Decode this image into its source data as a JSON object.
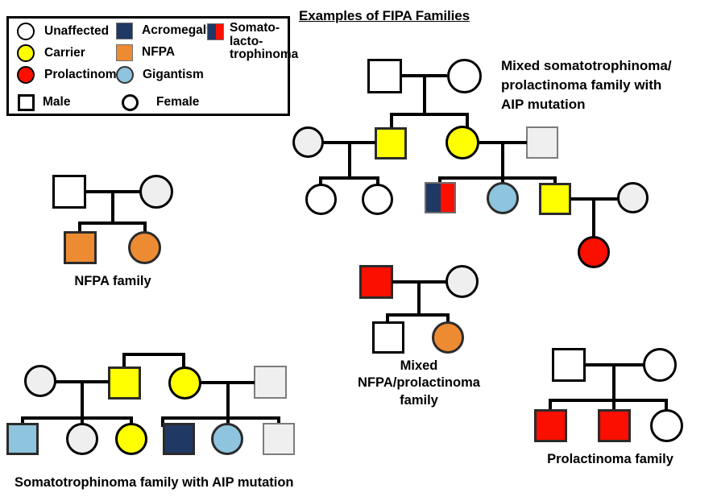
{
  "title": "Examples of FIPA Families",
  "colors": {
    "unaffected_white": "#ffffff",
    "unaffected_gray": "#efefef",
    "carrier_yellow": "#ffff00",
    "prolactinoma_red": "#fa0f00",
    "acromegaly_navy": "#1f3864",
    "nfpa_orange": "#ed8b33",
    "gigantism_blue": "#8ec4de",
    "outline_black": "#000000",
    "outline_gray": "#808080"
  },
  "legend": {
    "column1": [
      {
        "label": "Unaffected",
        "shape": "circle",
        "fill": "#ffffff"
      },
      {
        "label": "Carrier",
        "shape": "circle",
        "fill": "#ffff00"
      },
      {
        "label": "Prolactinoma",
        "shape": "circle",
        "fill": "#fa0f00"
      }
    ],
    "column2": [
      {
        "label": "Acromegaly",
        "shape": "square",
        "fill": "#1f3864"
      },
      {
        "label": "NFPA",
        "shape": "square",
        "fill": "#ed8b33"
      },
      {
        "label": "Gigantism",
        "shape": "circle",
        "fill": "#8ec4de"
      }
    ],
    "column3": [
      {
        "label": "Somato-lacto-\ntrophinoma",
        "shape": "split-square",
        "fill_left": "#1f3864",
        "fill_right": "#fa0f00"
      }
    ],
    "sex_key": [
      {
        "label": "Male",
        "shape": "square",
        "fill": "#ffffff"
      },
      {
        "label": "Female",
        "shape": "circle",
        "fill": "#ffffff"
      }
    ]
  },
  "families": {
    "mixed_somato_prolactinoma": {
      "caption": "Mixed somatotrophinoma/\nprolactinoma family with\nAIP mutation",
      "members": [
        {
          "id": "g1-father",
          "sex": "male",
          "status": "Unaffected",
          "fill": "#ffffff"
        },
        {
          "id": "g1-mother",
          "sex": "female",
          "status": "Unaffected",
          "fill": "#ffffff"
        },
        {
          "id": "g2-son-carrier",
          "sex": "male",
          "status": "Carrier",
          "fill": "#ffff00"
        },
        {
          "id": "g2-son-spouse",
          "sex": "female",
          "status": "Unaffected",
          "fill": "#efefef"
        },
        {
          "id": "g2-daughter-carrier",
          "sex": "female",
          "status": "Carrier",
          "fill": "#ffff00"
        },
        {
          "id": "g2-daughter-spouse",
          "sex": "male",
          "status": "Unaffected",
          "fill": "#efefef"
        },
        {
          "id": "g3-child-1",
          "sex": "female",
          "status": "Unaffected",
          "fill": "#ffffff"
        },
        {
          "id": "g3-child-2",
          "sex": "female",
          "status": "Unaffected",
          "fill": "#ffffff"
        },
        {
          "id": "g3-child-3",
          "sex": "male",
          "status": "Somato-lactotrophinoma",
          "fill": "split"
        },
        {
          "id": "g3-child-4",
          "sex": "female",
          "status": "Gigantism",
          "fill": "#8ec4de"
        },
        {
          "id": "g3-child-5",
          "sex": "male",
          "status": "Carrier",
          "fill": "#ffff00"
        },
        {
          "id": "g3-child-5-spouse",
          "sex": "female",
          "status": "Unaffected",
          "fill": "#efefef"
        },
        {
          "id": "g4-child",
          "sex": "female",
          "status": "Prolactinoma",
          "fill": "#fa0f00"
        }
      ]
    },
    "nfpa": {
      "caption": "NFPA family",
      "members": [
        {
          "id": "father",
          "sex": "male",
          "status": "Unaffected",
          "fill": "#ffffff"
        },
        {
          "id": "mother",
          "sex": "female",
          "status": "Unaffected",
          "fill": "#efefef"
        },
        {
          "id": "son",
          "sex": "male",
          "status": "NFPA",
          "fill": "#ed8b33"
        },
        {
          "id": "daughter",
          "sex": "female",
          "status": "NFPA",
          "fill": "#ed8b33"
        }
      ]
    },
    "mixed_nfpa_prolactinoma": {
      "caption": "Mixed\nNFPA/prolactinoma\nfamily",
      "members": [
        {
          "id": "father",
          "sex": "male",
          "status": "Prolactinoma",
          "fill": "#fa0f00"
        },
        {
          "id": "mother",
          "sex": "female",
          "status": "Unaffected",
          "fill": "#efefef"
        },
        {
          "id": "son",
          "sex": "male",
          "status": "Unaffected",
          "fill": "#ffffff"
        },
        {
          "id": "daughter",
          "sex": "female",
          "status": "NFPA",
          "fill": "#ed8b33"
        }
      ]
    },
    "somatotrophinoma": {
      "caption": "Somatotrophinoma family with AIP mutation",
      "members": [
        {
          "id": "g1-wife",
          "sex": "female",
          "status": "Unaffected",
          "fill": "#efefef"
        },
        {
          "id": "g1-husband-carrier",
          "sex": "male",
          "status": "Carrier",
          "fill": "#ffff00"
        },
        {
          "id": "g1-sister-carrier",
          "sex": "female",
          "status": "Carrier",
          "fill": "#ffff00"
        },
        {
          "id": "g1-sister-spouse",
          "sex": "male",
          "status": "Unaffected",
          "fill": "#efefef"
        },
        {
          "id": "g2-child-1",
          "sex": "male",
          "status": "Gigantism",
          "fill": "#8ec4de"
        },
        {
          "id": "g2-child-2",
          "sex": "female",
          "status": "Unaffected",
          "fill": "#efefef"
        },
        {
          "id": "g2-child-3",
          "sex": "female",
          "status": "Carrier",
          "fill": "#ffff00"
        },
        {
          "id": "g2-child-4",
          "sex": "male",
          "status": "Acromegaly",
          "fill": "#1f3864"
        },
        {
          "id": "g2-child-5",
          "sex": "female",
          "status": "Gigantism",
          "fill": "#8ec4de"
        },
        {
          "id": "g2-child-6",
          "sex": "male",
          "status": "Unaffected",
          "fill": "#efefef"
        }
      ]
    },
    "prolactinoma": {
      "caption": "Prolactinoma family",
      "members": [
        {
          "id": "father",
          "sex": "male",
          "status": "Unaffected",
          "fill": "#ffffff"
        },
        {
          "id": "mother",
          "sex": "female",
          "status": "Unaffected",
          "fill": "#ffffff"
        },
        {
          "id": "son-1",
          "sex": "male",
          "status": "Prolactinoma",
          "fill": "#fa0f00"
        },
        {
          "id": "son-2",
          "sex": "male",
          "status": "Prolactinoma",
          "fill": "#fa0f00"
        },
        {
          "id": "daughter",
          "sex": "female",
          "status": "Unaffected",
          "fill": "#ffffff"
        }
      ]
    }
  }
}
